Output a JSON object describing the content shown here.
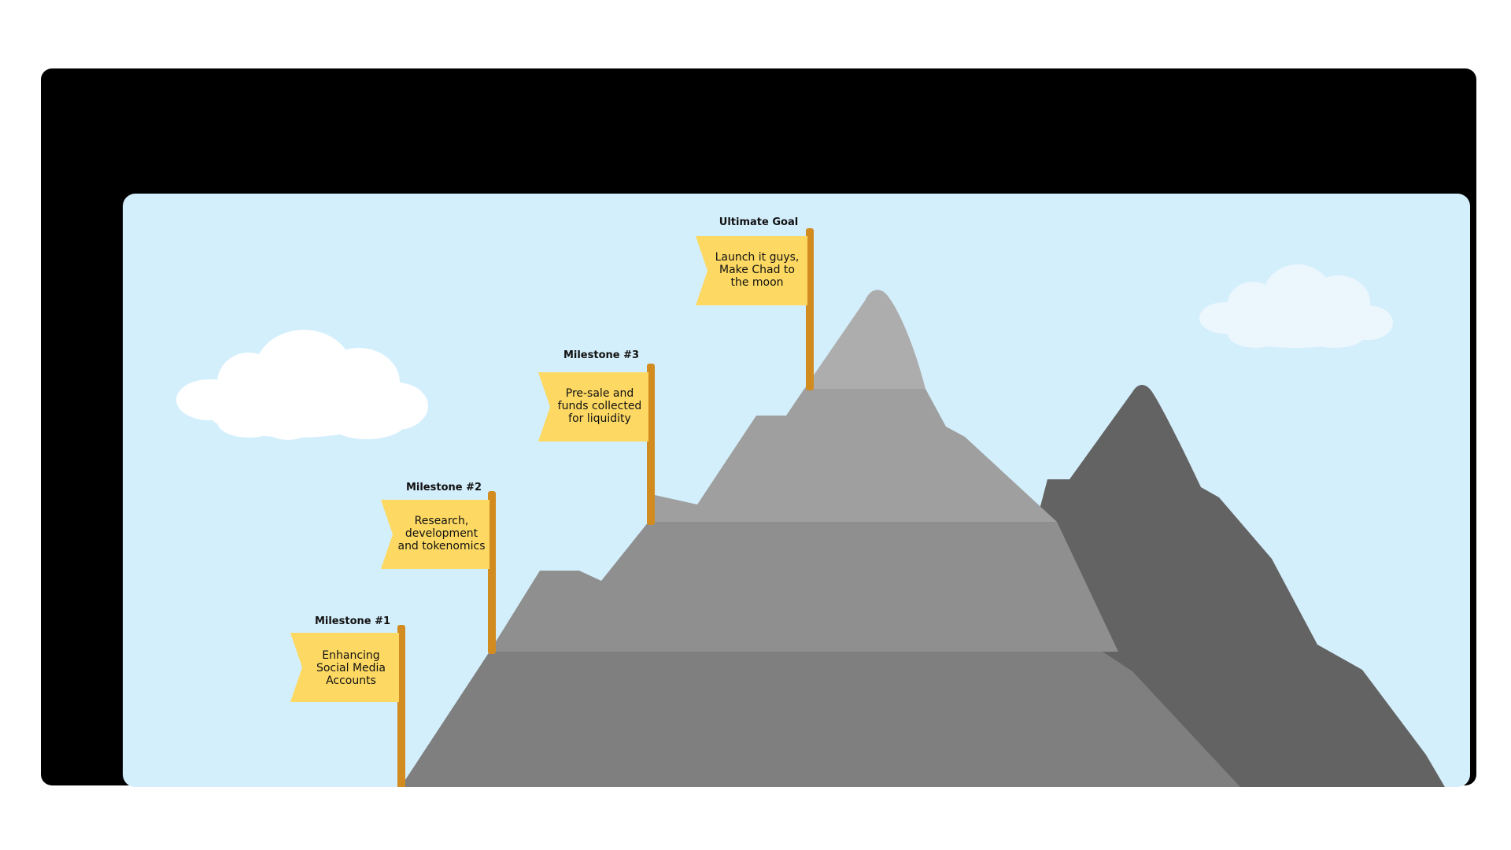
{
  "milestones": [
    {
      "heading": "Milestone #1",
      "text": "Enhancing Social Media Accounts"
    },
    {
      "heading": "Milestone #2",
      "text": "Research, development and tokenomics"
    },
    {
      "heading": "Milestone #3",
      "text": "Pre-sale and funds collected for liquidity"
    },
    {
      "heading": "Ultimate Goal",
      "text": "Launch it guys, Make Chad to the moon"
    }
  ],
  "colors": {
    "frame": "#000000",
    "sky": "#d4effc",
    "flag": "#fdd963",
    "pole": "#d18b1f",
    "mountain_back": "#636363",
    "tier_1": "#7f7f7f",
    "tier_2": "#8f8f8f",
    "tier_3": "#9f9f9f",
    "peak": "#adadad",
    "cloud": "#ffffff",
    "cloud_faint": "#ecf6fd"
  }
}
